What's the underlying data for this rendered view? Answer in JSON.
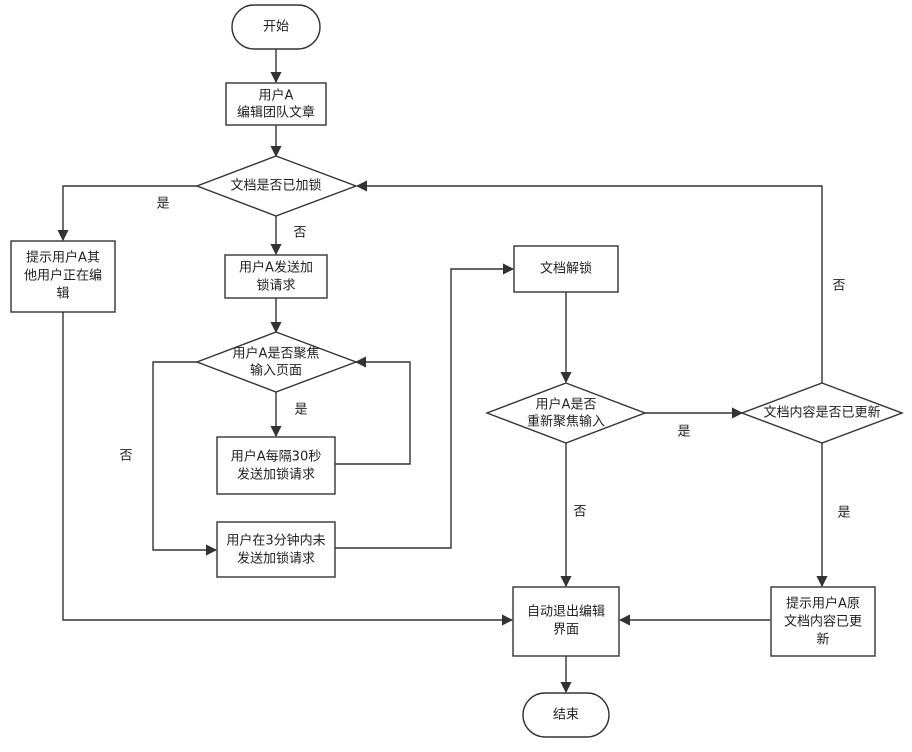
{
  "nodes": {
    "start": "开始",
    "edit_1": "用户A",
    "edit_2": "编辑团队文章",
    "locked_q": "文档是否已加锁",
    "prompt_locked_1": "提示用户A其",
    "prompt_locked_2": "他用户正在编",
    "prompt_locked_3": "辑",
    "send_lock_1": "用户A发送加",
    "send_lock_2": "锁请求",
    "focus_q_1": "用户A是否聚焦",
    "focus_q_2": "输入页面",
    "every30_1": "用户A每隔30秒",
    "every30_2": "发送加锁请求",
    "no3min_1": "用户在3分钟内未",
    "no3min_2": "发送加锁请求",
    "unlock": "文档解锁",
    "refocus_q_1": "用户A是否",
    "refocus_q_2": "重新聚焦输入",
    "updated_q": "文档内容是否已更新",
    "auto_exit_1": "自动退出编辑",
    "auto_exit_2": "界面",
    "prompt_updated_1": "提示用户A原",
    "prompt_updated_2": "文档内容已更",
    "prompt_updated_3": "新",
    "end": "结束"
  },
  "edges": {
    "yes": "是",
    "no": "否"
  }
}
